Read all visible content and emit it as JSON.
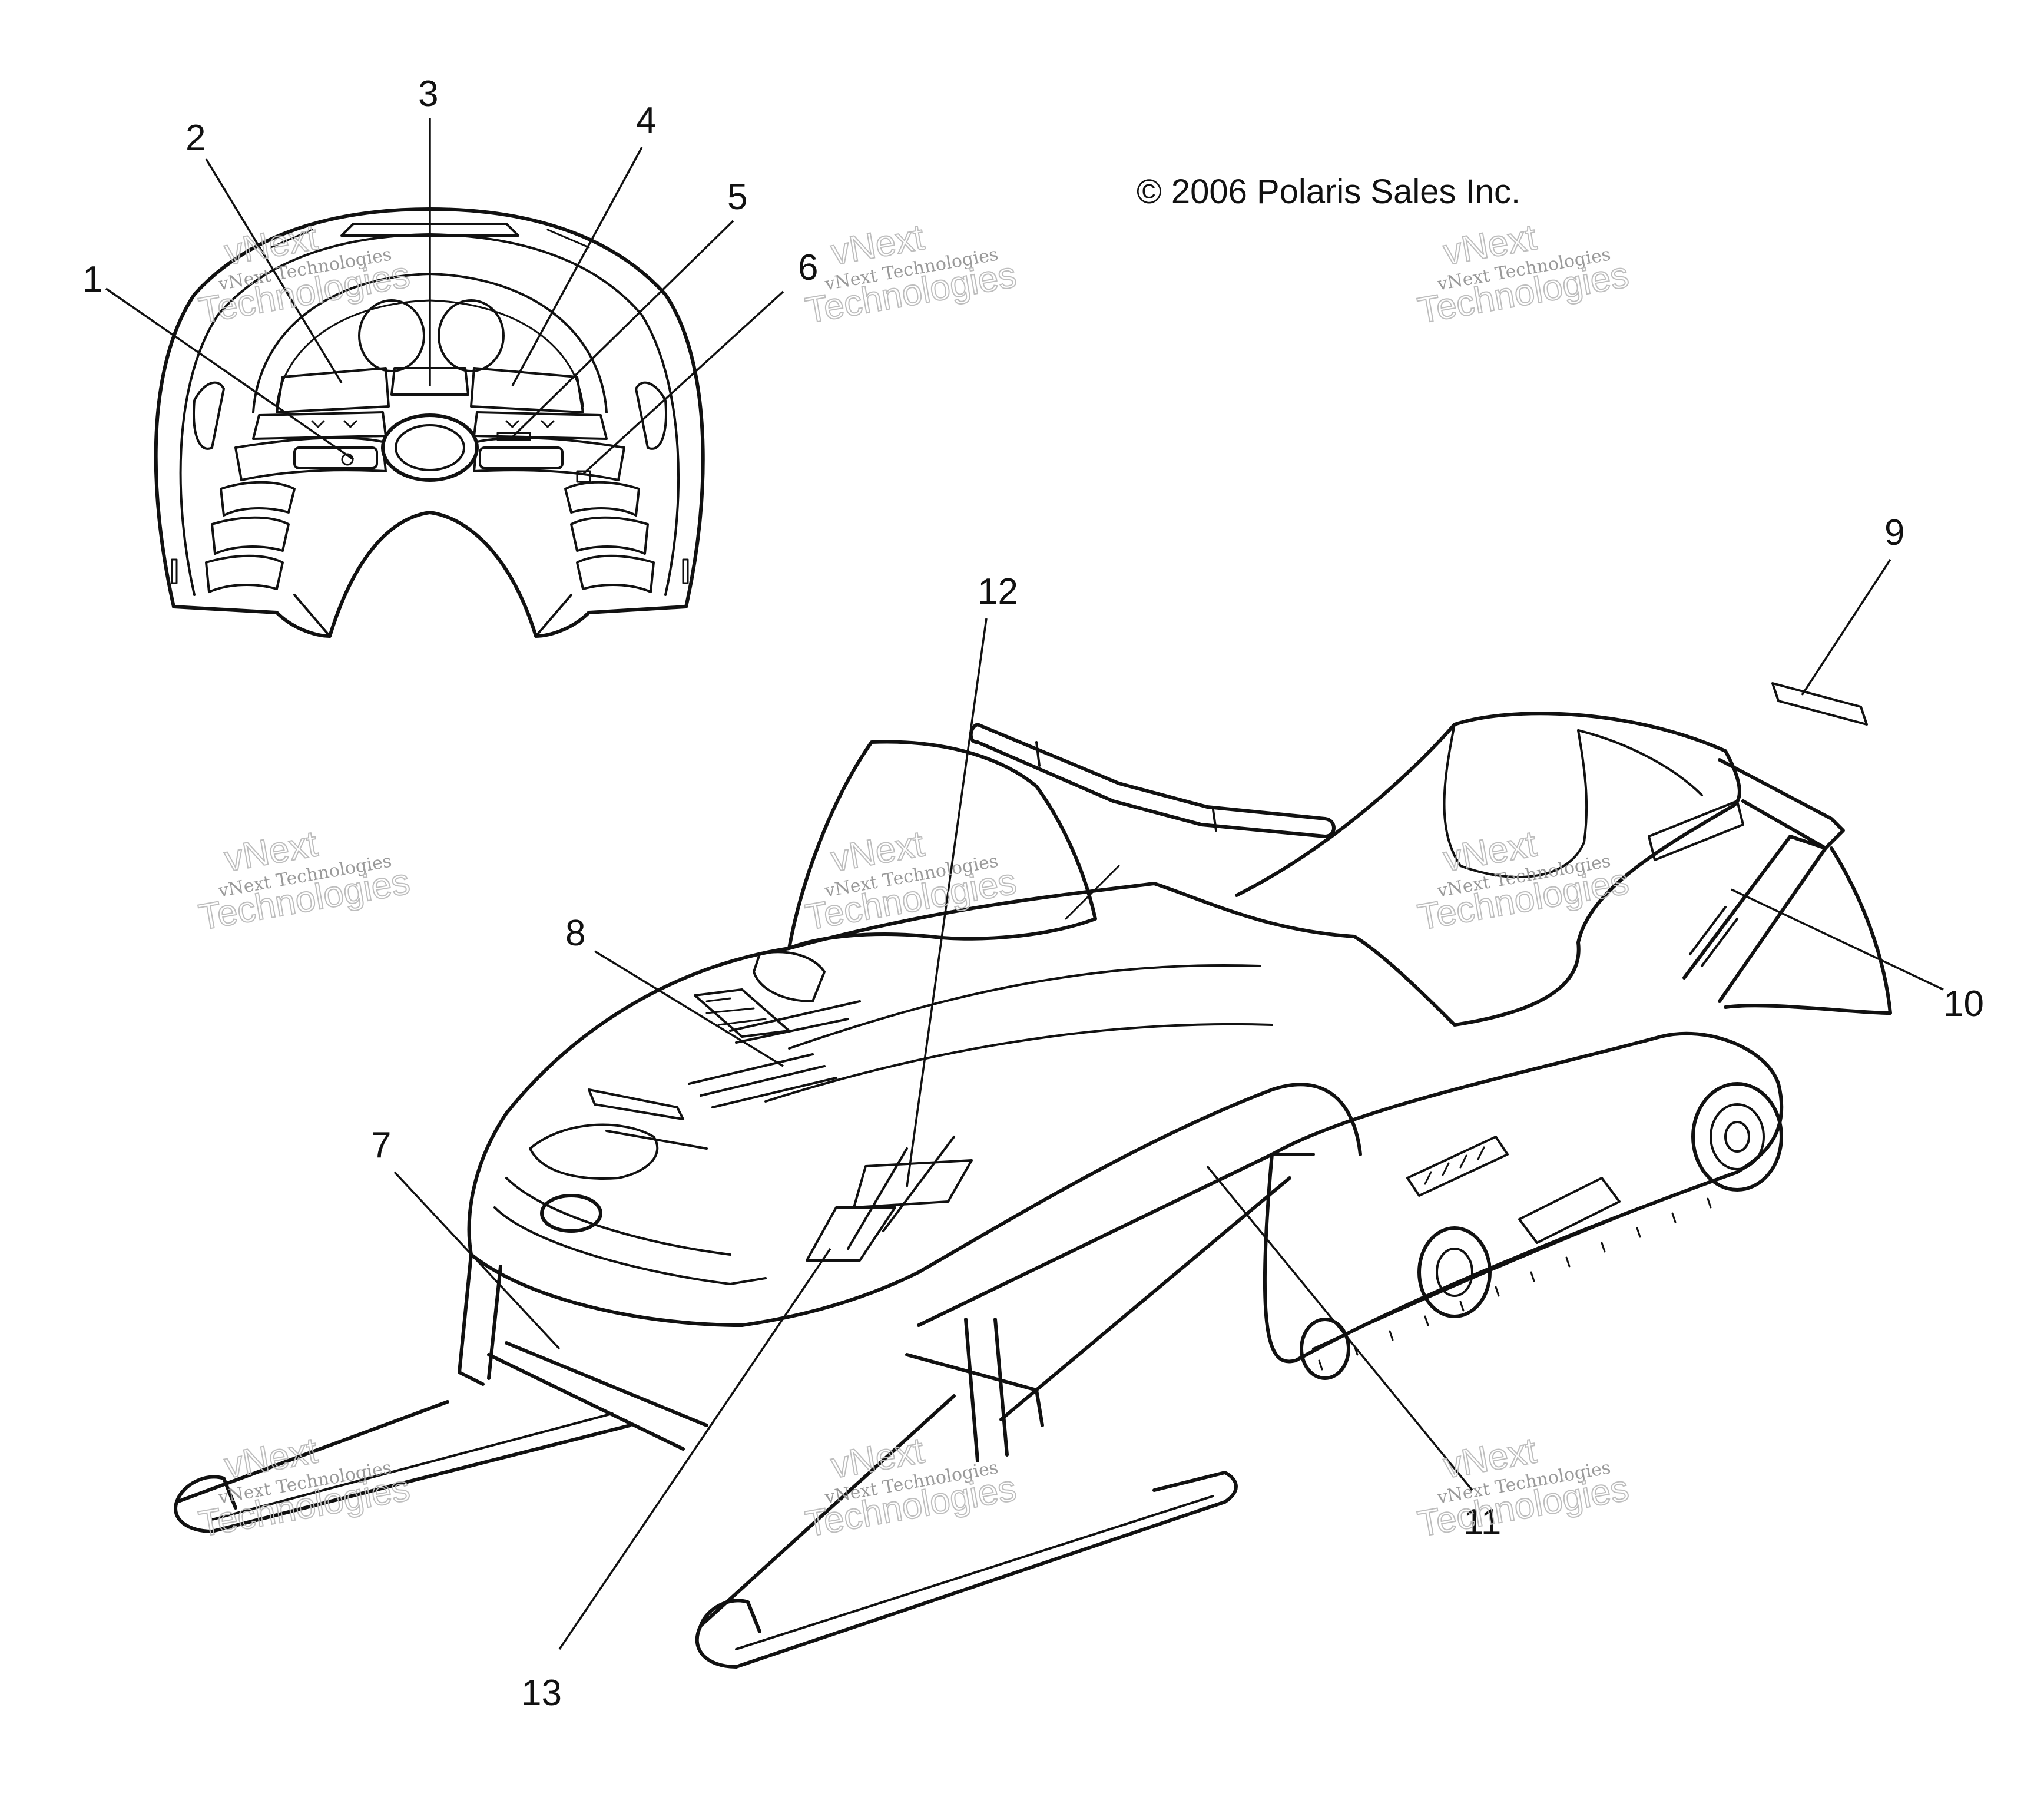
{
  "copyright": "© 2006 Polaris Sales Inc.",
  "callouts": [
    "1",
    "2",
    "3",
    "4",
    "5",
    "6",
    "7",
    "8",
    "9",
    "10",
    "11",
    "12",
    "13"
  ],
  "watermark": {
    "line1": "vNext Technologies",
    "line2": "vNext",
    "line3": "Technologies"
  }
}
